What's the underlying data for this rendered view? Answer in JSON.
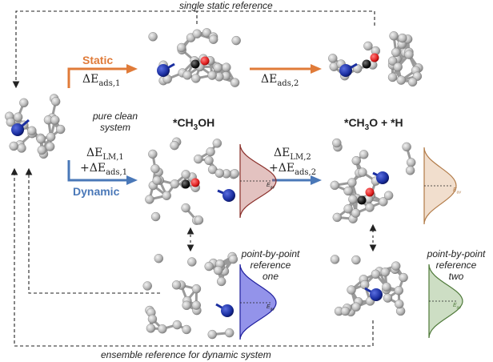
{
  "labels": {
    "single_static_reference": "single static reference",
    "ensemble_reference": "ensemble reference for dynamic system",
    "pure_clean_system": [
      "pure clean",
      "system"
    ],
    "static": "Static",
    "dynamic": "Dynamic",
    "de_ads_1": "ΔE_ads,1",
    "de_ads_2": "ΔE_ads,2",
    "de_lm_1": "ΔE_LM,1",
    "plus_de_ads_1": "+ΔE_ads,1",
    "de_lm_2": "ΔE_LM,2",
    "plus_de_ads_2": "+ΔE_ads,2",
    "ch3oh": "*CH3OH",
    "ch3o_h": "*CH3O + *H",
    "ppr_one": [
      "point-by-point",
      "reference",
      "one"
    ],
    "ppr_two": [
      "point-by-point",
      "reference",
      "two"
    ],
    "e_av": "E_av"
  },
  "colors": {
    "static_arrow": "#e07b39",
    "dynamic_arrow": "#4a78b8",
    "dist_red": "#b0504a",
    "dist_peach": "#d8a070",
    "dist_blue": "#3b3bd8",
    "dist_green": "#6fa057",
    "atom_grey": "#bdbdbd",
    "atom_blue": "#1a2ea0",
    "atom_red": "#e02020",
    "atom_black": "#111111"
  }
}
